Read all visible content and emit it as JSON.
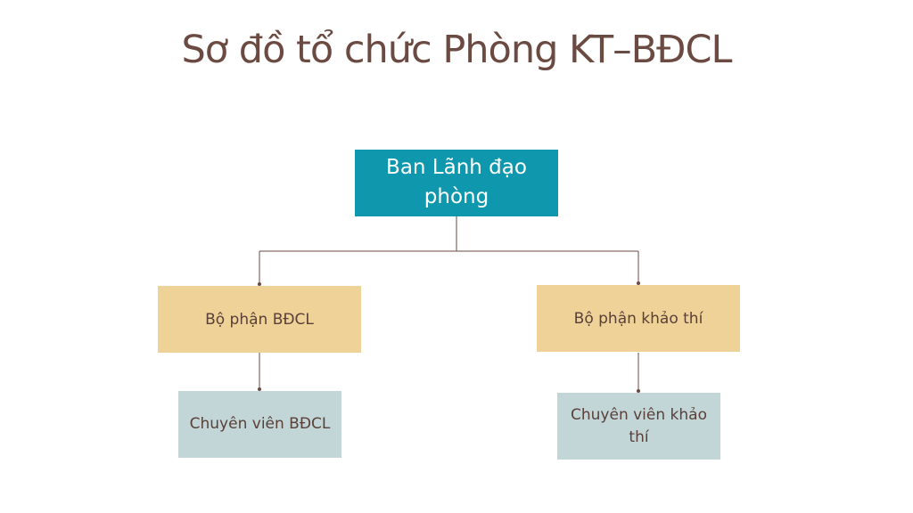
{
  "diagram": {
    "title": "Sơ đồ tổ chức Phòng KT–BĐCL",
    "root": {
      "label": "Ban Lãnh đạo phòng",
      "color": "#0f97ad"
    },
    "units": [
      {
        "label": "Bộ phận BĐCL",
        "color": "#eed298",
        "child": {
          "label": "Chuyên viên BĐCL",
          "color": "#c2d6d8"
        }
      },
      {
        "label": "Bộ phận khảo thí",
        "color": "#eed298",
        "child": {
          "label": "Chuyên viên khảo thí",
          "color": "#c2d6d8"
        }
      }
    ],
    "connector_color": "#6b4a42",
    "title_color": "#6b4a42"
  }
}
